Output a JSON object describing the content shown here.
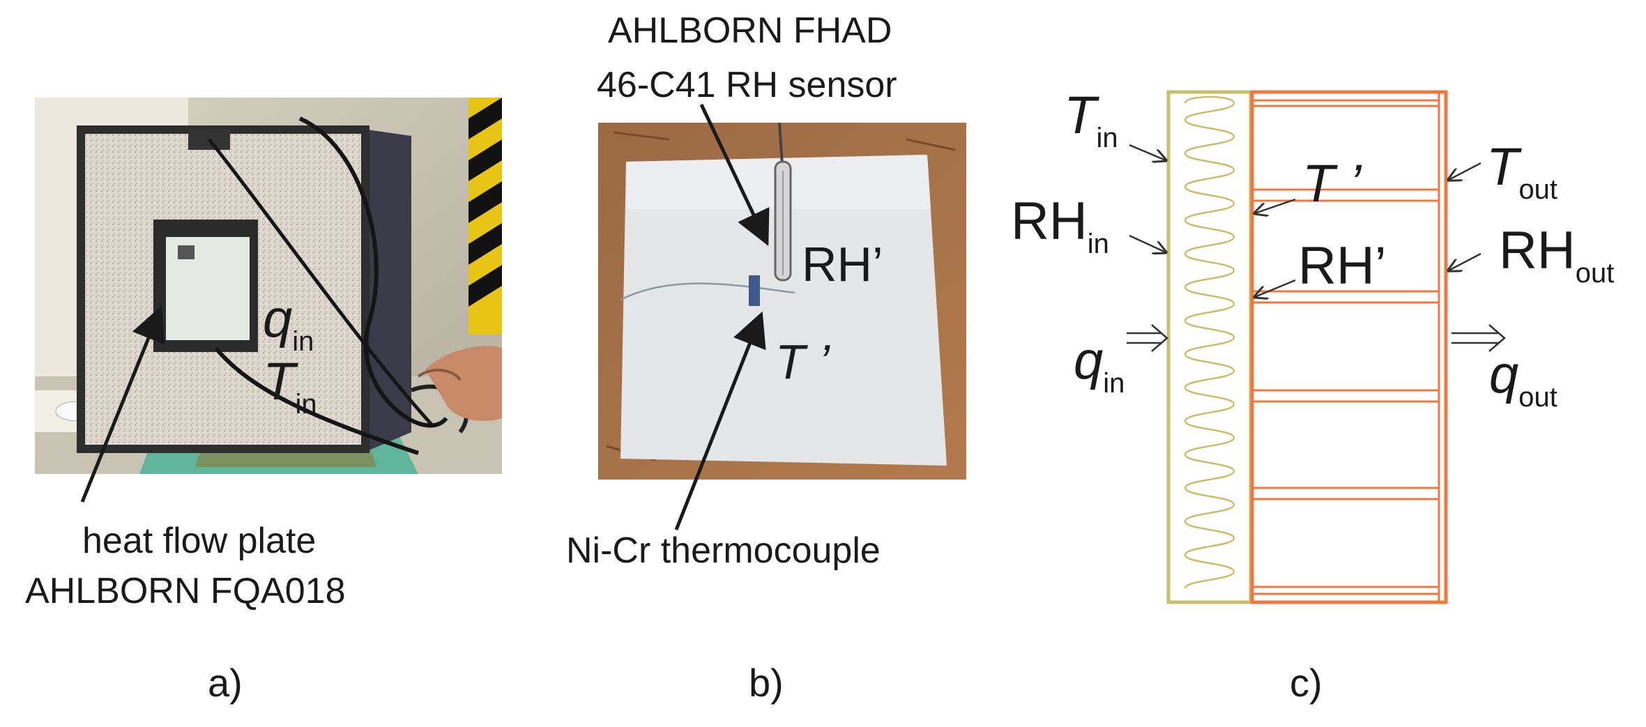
{
  "panel_a": {
    "label": "a)",
    "callout_line1": "heat flow plate",
    "callout_line2": "AHLBORN FQA018",
    "q_symbol": "q",
    "q_sub": "in",
    "t_symbol": "T",
    "t_sub": "in"
  },
  "panel_b": {
    "label": "b)",
    "sensor_line1": "AHLBORN FHAD",
    "sensor_line2": "46-C41 RH sensor",
    "rh_label": "RH’",
    "t_label": "T ’",
    "thermocouple": "Ni-Cr thermocouple"
  },
  "panel_c": {
    "label": "c)",
    "t_in_sym": "T",
    "t_in_sub": "in",
    "rh_in_sym": "RH",
    "rh_in_sub": "in",
    "q_in_sym": "q",
    "q_in_sub": "in",
    "t_prime": "T ’",
    "rh_prime": "RH’",
    "t_out_sym": "T",
    "t_out_sub": "out",
    "rh_out_sym": "RH",
    "rh_out_sub": "out",
    "q_out_sym": "q",
    "q_out_sub": "out"
  },
  "colors": {
    "insulation": "#c9bf6a",
    "wall": "#f07840",
    "text": "#1a1a1a"
  }
}
